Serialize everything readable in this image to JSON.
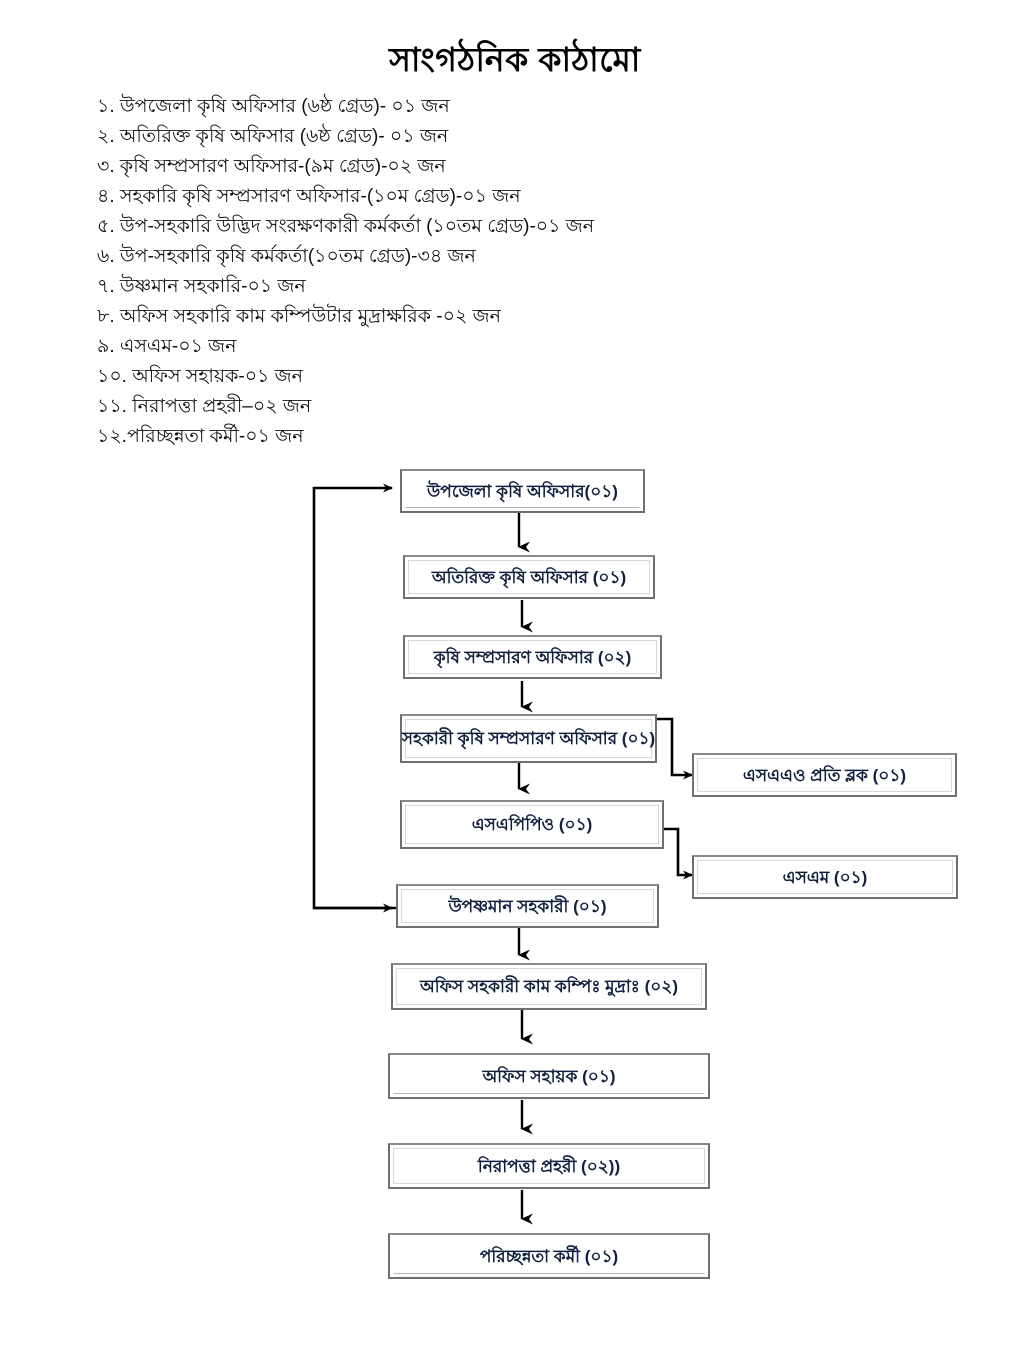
{
  "page": {
    "title": "সাংগঠনিক কাঠামো",
    "text_color": "#111111",
    "node_text_color": "#12203f",
    "node_border_color": "#6f6f6f",
    "background": "#ffffff"
  },
  "staff_list": [
    "১. উপজেলা কৃষি অফিসার (৬ষ্ঠ গ্রেড)- ০১ জন",
    "২. অতিরিক্ত কৃষি অফিসার (৬ষ্ঠ গ্রেড)- ০১ জন",
    "৩. কৃষি সম্প্রসারণ অফিসার-(৯ম গ্রেড)-০২ জন",
    "৪. সহকারি কৃষি সম্প্রসারণ অফিসার-(১০ম গ্রেড)-০১ জন",
    "৫. উপ-সহকারি উদ্ভিদ সংরক্ষণকারী কর্মকর্তা (১০তম গ্রেড)-০১ জন",
    "৬. উপ-সহকারি কৃষি কর্মকর্তা(১০তম গ্রেড)-৩৪ জন",
    "৭. উষ্ণমান সহকারি-০১ জন",
    "৮. অফিস সহকারি কাম কম্পিউটার মুদ্রাক্ষরিক -০২ জন",
    "৯. এসএম-০১ জন",
    "১০. অফিস সহায়ক-০১ জন",
    "১১. নিরাপত্তা  প্রহরী–০২  জন",
    "১২.পরিচ্ছন্নতা কর্মী-০১ জন"
  ],
  "chart_data": {
    "type": "diagram",
    "title": "সাংগঠনিক কাঠামো",
    "nodes": [
      {
        "id": "uao",
        "label": "উপজেলা কৃষি অফিসার(০১)"
      },
      {
        "id": "aao",
        "label": "অতিরিক্ত কৃষি অফিসার (০১)"
      },
      {
        "id": "aeo",
        "label": "কৃষি সম্প্রসারণ অফিসার (০২)"
      },
      {
        "id": "saaeo",
        "label": "সহকারী কৃষি সম্প্রসারণ অফিসার (০১)"
      },
      {
        "id": "saao_block",
        "label": "এসএএও প্রতি ব্লক (০১)"
      },
      {
        "id": "sappo",
        "label": "এসএপিপিও (০১)"
      },
      {
        "id": "sm",
        "label": "এসএম (০১)"
      },
      {
        "id": "uda",
        "label": "উপষ্ণমান সহকারী (০১)"
      },
      {
        "id": "oacc",
        "label": "অফিস সহকারী কাম কম্পিঃ মুদ্রাঃ  (০২)"
      },
      {
        "id": "os",
        "label": "অফিস সহায়ক (০১)"
      },
      {
        "id": "guard",
        "label": "নিরাপত্তা প্রহরী (০২))"
      },
      {
        "id": "cleaner",
        "label": "পরিচ্ছন্নতা কর্মী (০১)"
      }
    ],
    "edges": [
      {
        "from": "uao",
        "to": "aao",
        "style": "down-arrow"
      },
      {
        "from": "aao",
        "to": "aeo",
        "style": "down-arrow"
      },
      {
        "from": "aeo",
        "to": "saaeo",
        "style": "down-arrow"
      },
      {
        "from": "saaeo",
        "to": "saao_block",
        "style": "elbow-right"
      },
      {
        "from": "saaeo",
        "to": "sappo",
        "style": "down-arrow"
      },
      {
        "from": "sappo",
        "to": "sm",
        "style": "elbow-right"
      },
      {
        "from": "sappo",
        "to": "uda",
        "style": "implicit"
      },
      {
        "from": "uda",
        "to": "oacc",
        "style": "down-arrow"
      },
      {
        "from": "oacc",
        "to": "os",
        "style": "down-arrow"
      },
      {
        "from": "os",
        "to": "guard",
        "style": "down-arrow"
      },
      {
        "from": "guard",
        "to": "cleaner",
        "style": "down-arrow"
      },
      {
        "from": "uda",
        "to": "uao",
        "style": "left-feedback"
      }
    ],
    "legend_position": "none",
    "grid": false
  }
}
